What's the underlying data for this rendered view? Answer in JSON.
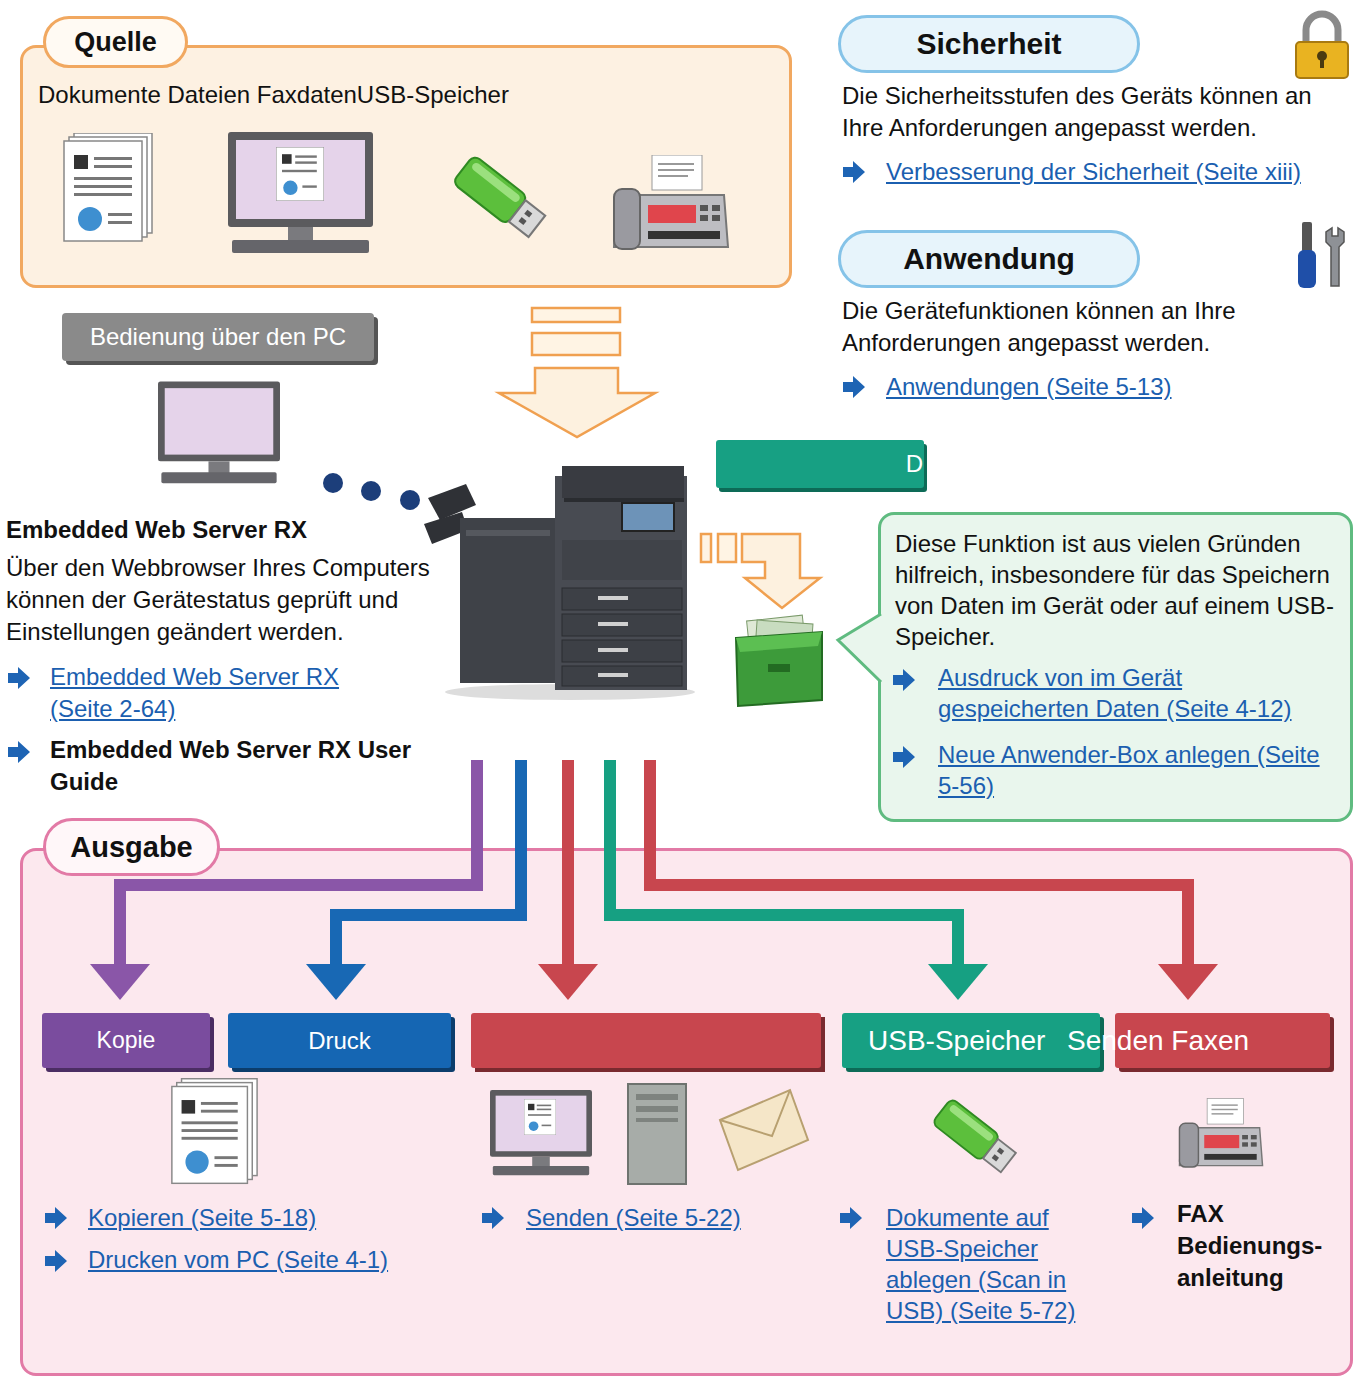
{
  "diagram": {
    "nodes": [
      {
        "text": [
          "Quelle",
          "Dokumente Dateien FaxdatenUSB-Speicher"
        ]
      },
      {
        "text": [
          "Sicherheit"
        ]
      },
      {
        "text": [
          "Anwendung"
        ]
      },
      {
        "text": [
          "Bedienung über den PC"
        ]
      },
      {
        "text": [
          "D"
        ]
      },
      {
        "text": [
          "Diese Funktion ist aus vielen Gründen hilfreich, insbesondere für das Speichern von Daten im Gerät oder auf einem USB-Speicher.",
          "Ausdruck von im Gerät gespeicherten Daten (Seite 4-12)",
          "Neue Anwender-Box anlegen (Seite 5-56)"
        ]
      },
      {
        "text": [
          "Ausgabe"
        ]
      },
      {
        "text": [
          "Kopie"
        ],
        "in": 6
      },
      {
        "text": [
          "Druck"
        ],
        "in": 6
      },
      {
        "text": [
          "USB-Speicher"
        ],
        "in": 6
      },
      {
        "text": [
          "Senden Faxen"
        ],
        "in": 6
      }
    ],
    "labels": [
      "Die Sicherheitsstufen des Geräts können an Ihre Anforderungen angepasst werden.",
      "Verbesserung der Sicherheit (Seite xiii)",
      "Die Gerätefunktionen können an Ihre Anforderungen angepasst werden.",
      "Anwendungen (Seite 5-13)",
      "Embedded Web Server RX",
      "Über den Webbrowser Ihres Computers können der Gerätestatus geprüft und Einstellungen geändert werden.",
      "Embedded Web Server RX (Seite 2-64)",
      "Embedded Web Server RX User Guide",
      "Kopieren (Seite 5-18)",
      "Drucken vom PC (Seite 4-1)",
      "Senden (Seite 5-22)",
      "Dokumente auf USB-Speicher ablegen (Scan in USB) (Seite 5-72)",
      "FAX Bedienungs- anleitung"
    ]
  }
}
